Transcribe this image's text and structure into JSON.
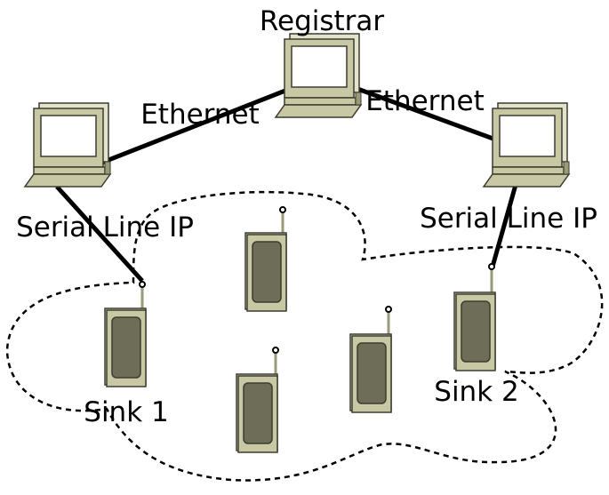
{
  "labels": {
    "registrar": "Registrar",
    "ethernet_left": "Ethernet",
    "ethernet_right": "Ethernet",
    "serial_left": "Serial Line IP",
    "serial_right": "Serial Line IP",
    "sink_1": "Sink 1",
    "sink_2": "Sink 2"
  },
  "colors": {
    "device_body": "#c8c8a4",
    "device_face": "#e3e3cb",
    "device_shadow": "#9a9a78",
    "sensor_screen": "#6e6e58",
    "monitor_screen": "#ffffff",
    "outline": "#3c3c30",
    "link": "#000000"
  },
  "icons": {
    "computer": "desktop-computer-icon",
    "sensor": "sensor-node-icon"
  }
}
